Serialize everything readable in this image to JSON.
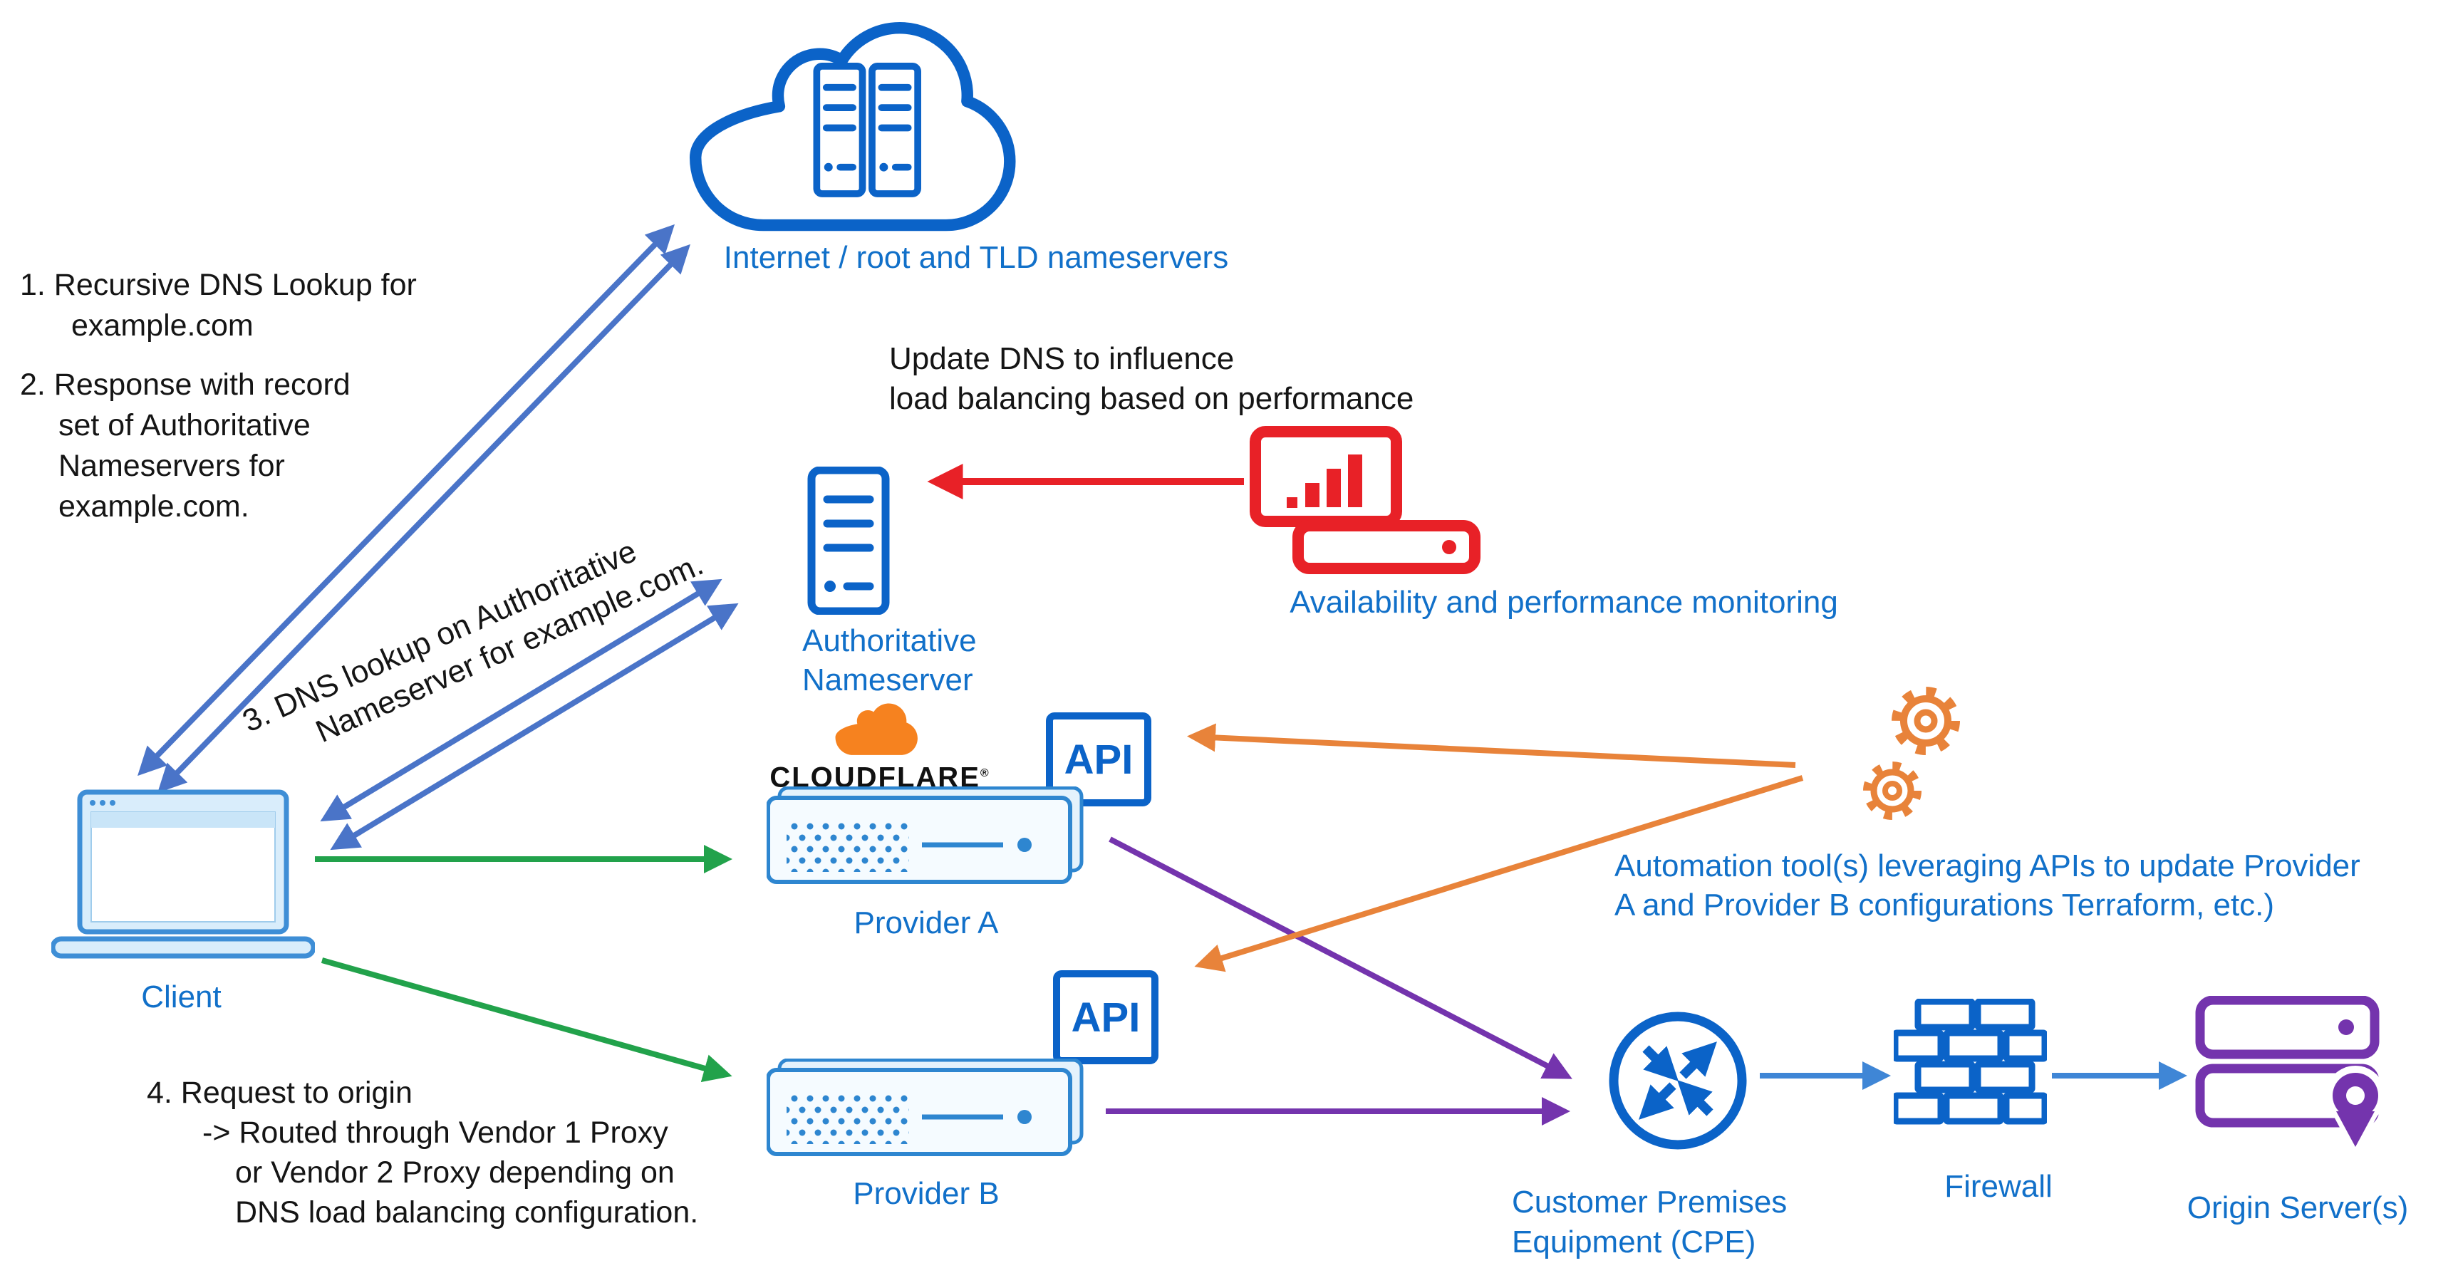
{
  "palette": {
    "label_blue": "#1170c9",
    "icon_blue": "#0b63c8",
    "arrow_steel_blue": "#4a74c8",
    "arrow_bright_blue": "#3f86d6",
    "arrow_green": "#22a24b",
    "arrow_red": "#e82127",
    "arrow_orange": "#e8833a",
    "arrow_purple": "#7434ad",
    "cloudflare_orange": "#f6821f"
  },
  "nodes": {
    "internet": {
      "label": "Internet / root and TLD nameservers"
    },
    "authoritative_ns": {
      "line1": "Authoritative",
      "line2": "Nameserver"
    },
    "monitoring": {
      "label": "Availability and performance monitoring"
    },
    "client": {
      "label": "Client"
    },
    "provider_a": {
      "brand": "CLOUDFLARE",
      "brand_mark": "®",
      "api_label": "API",
      "label": "Provider A"
    },
    "provider_b": {
      "api_label": "API",
      "label": "Provider B"
    },
    "automation": {
      "line1": "Automation tool(s)  leveraging APIs to update Provider",
      "line2": "A and Provider B configurations Terraform, etc.)"
    },
    "cpe": {
      "line1": "Customer Premises",
      "line2": "Equipment (CPE)"
    },
    "firewall": {
      "label": "Firewall"
    },
    "origin": {
      "label": "Origin Server(s)"
    }
  },
  "annotations": {
    "update_dns": {
      "line1": "Update DNS to influence",
      "line2": "load balancing based on performance"
    },
    "step1": {
      "line1": "1. Recursive DNS Lookup for",
      "line2": "example.com"
    },
    "step2": {
      "line1": "2. Response with record",
      "line2": "set of Authoritative",
      "line3": "Nameservers for",
      "line4": "example.com."
    },
    "step3": {
      "line1": "3. DNS lookup on Authoritative",
      "line2": "Nameserver for example.com."
    },
    "step4": {
      "line1": "4. Request to origin",
      "line2": "-> Routed through Vendor 1 Proxy",
      "line3": "or Vendor 2 Proxy depending on",
      "line4": "DNS load balancing configuration."
    }
  }
}
